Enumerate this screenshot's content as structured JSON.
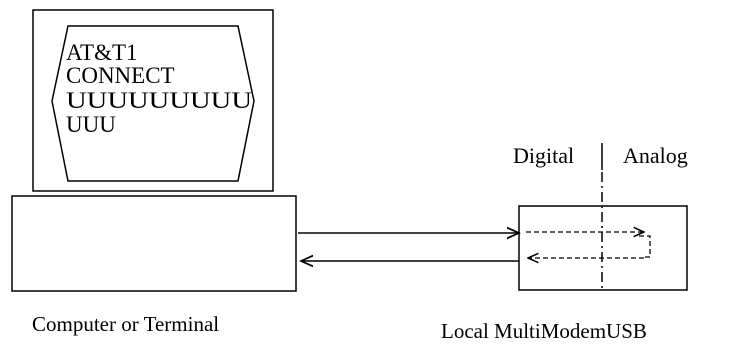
{
  "screen_lines": [
    "AT&T1",
    "CONNECT",
    "UUUUUUUUU",
    "UUU"
  ],
  "labels": {
    "digital": "Digital",
    "analog": "Analog",
    "computer": "Computer or Terminal",
    "modem": "Local MultiModemUSB"
  }
}
